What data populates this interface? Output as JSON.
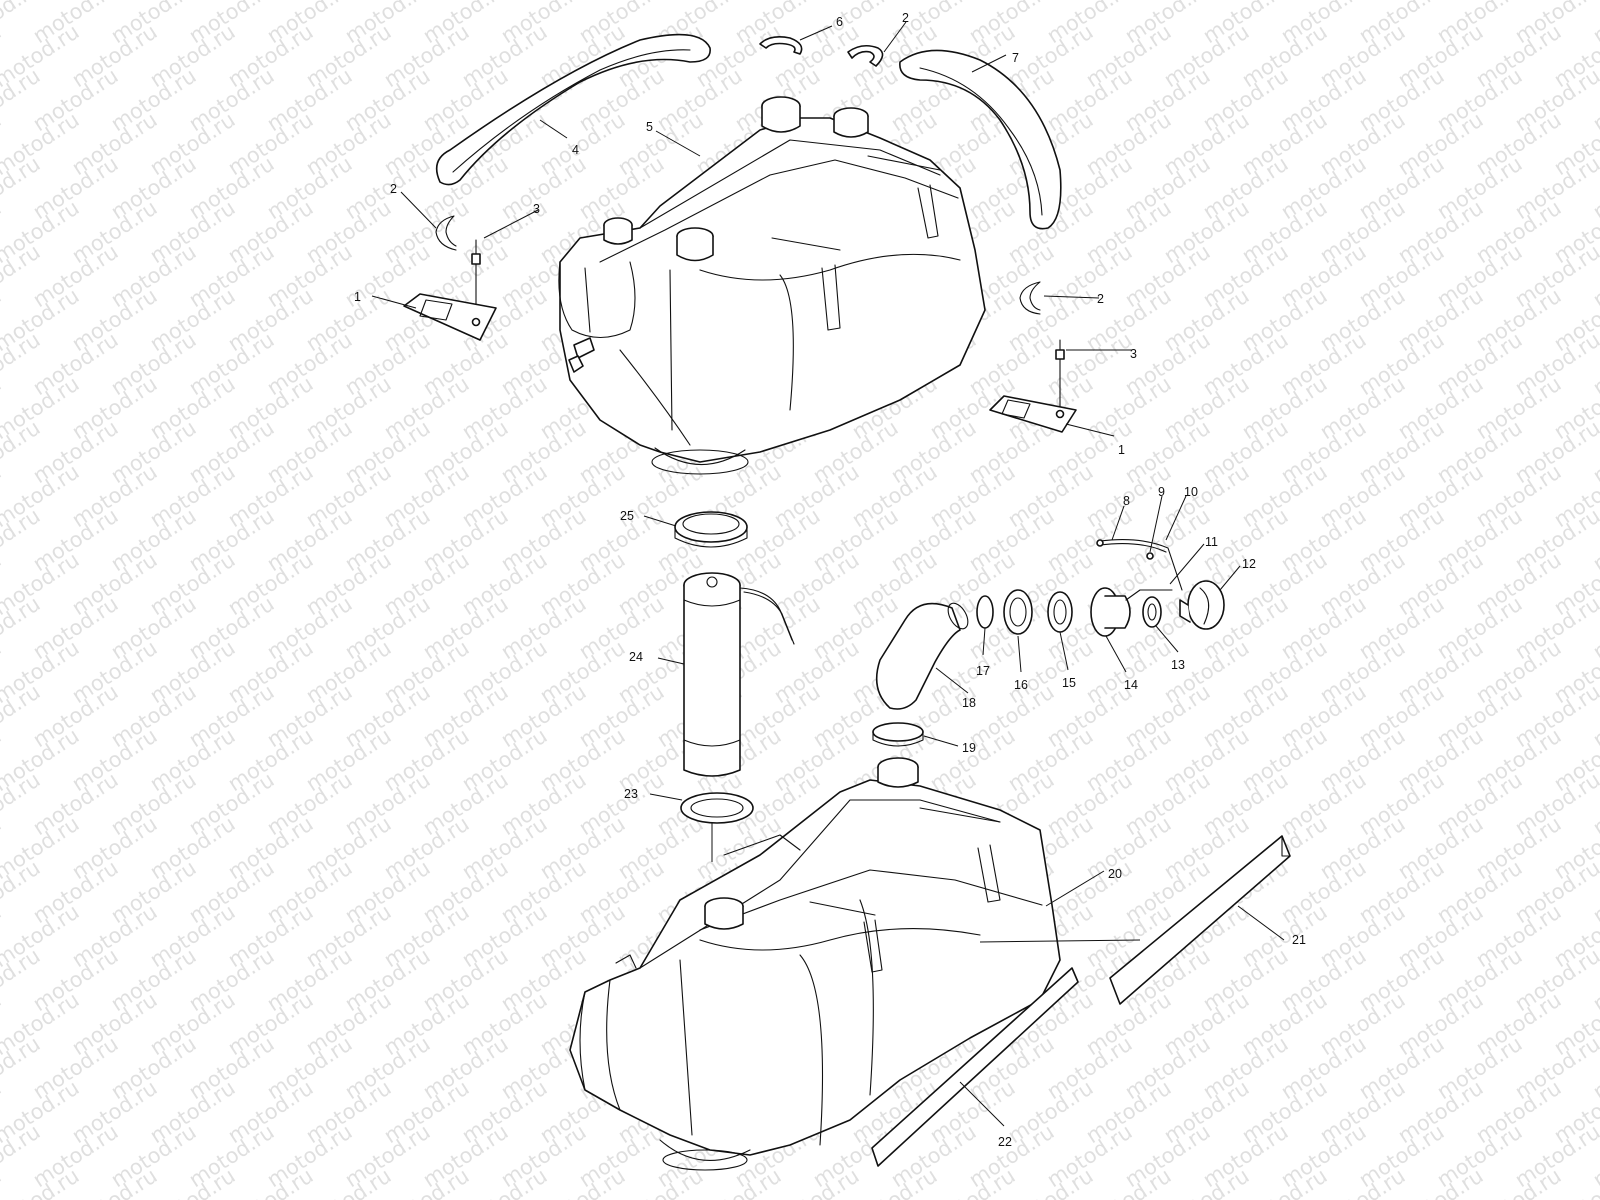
{
  "watermark": {
    "text": "motod.ru"
  },
  "callouts": [
    {
      "id": "c1a",
      "number": "1"
    },
    {
      "id": "c1b",
      "number": "1"
    },
    {
      "id": "c2a",
      "number": "2"
    },
    {
      "id": "c2b",
      "number": "2"
    },
    {
      "id": "c2c",
      "number": "2"
    },
    {
      "id": "c3a",
      "number": "3"
    },
    {
      "id": "c3b",
      "number": "3"
    },
    {
      "id": "c4",
      "number": "4"
    },
    {
      "id": "c5",
      "number": "5"
    },
    {
      "id": "c6",
      "number": "6"
    },
    {
      "id": "c7",
      "number": "7"
    },
    {
      "id": "c8",
      "number": "8"
    },
    {
      "id": "c9",
      "number": "9"
    },
    {
      "id": "c10",
      "number": "10"
    },
    {
      "id": "c11",
      "number": "11"
    },
    {
      "id": "c12",
      "number": "12"
    },
    {
      "id": "c13",
      "number": "13"
    },
    {
      "id": "c14",
      "number": "14"
    },
    {
      "id": "c15",
      "number": "15"
    },
    {
      "id": "c16",
      "number": "16"
    },
    {
      "id": "c17",
      "number": "17"
    },
    {
      "id": "c18",
      "number": "18"
    },
    {
      "id": "c19",
      "number": "19"
    },
    {
      "id": "c20",
      "number": "20"
    },
    {
      "id": "c21",
      "number": "21"
    },
    {
      "id": "c22",
      "number": "22"
    },
    {
      "id": "c23",
      "number": "23"
    },
    {
      "id": "c24",
      "number": "24"
    },
    {
      "id": "c25",
      "number": "25"
    }
  ]
}
